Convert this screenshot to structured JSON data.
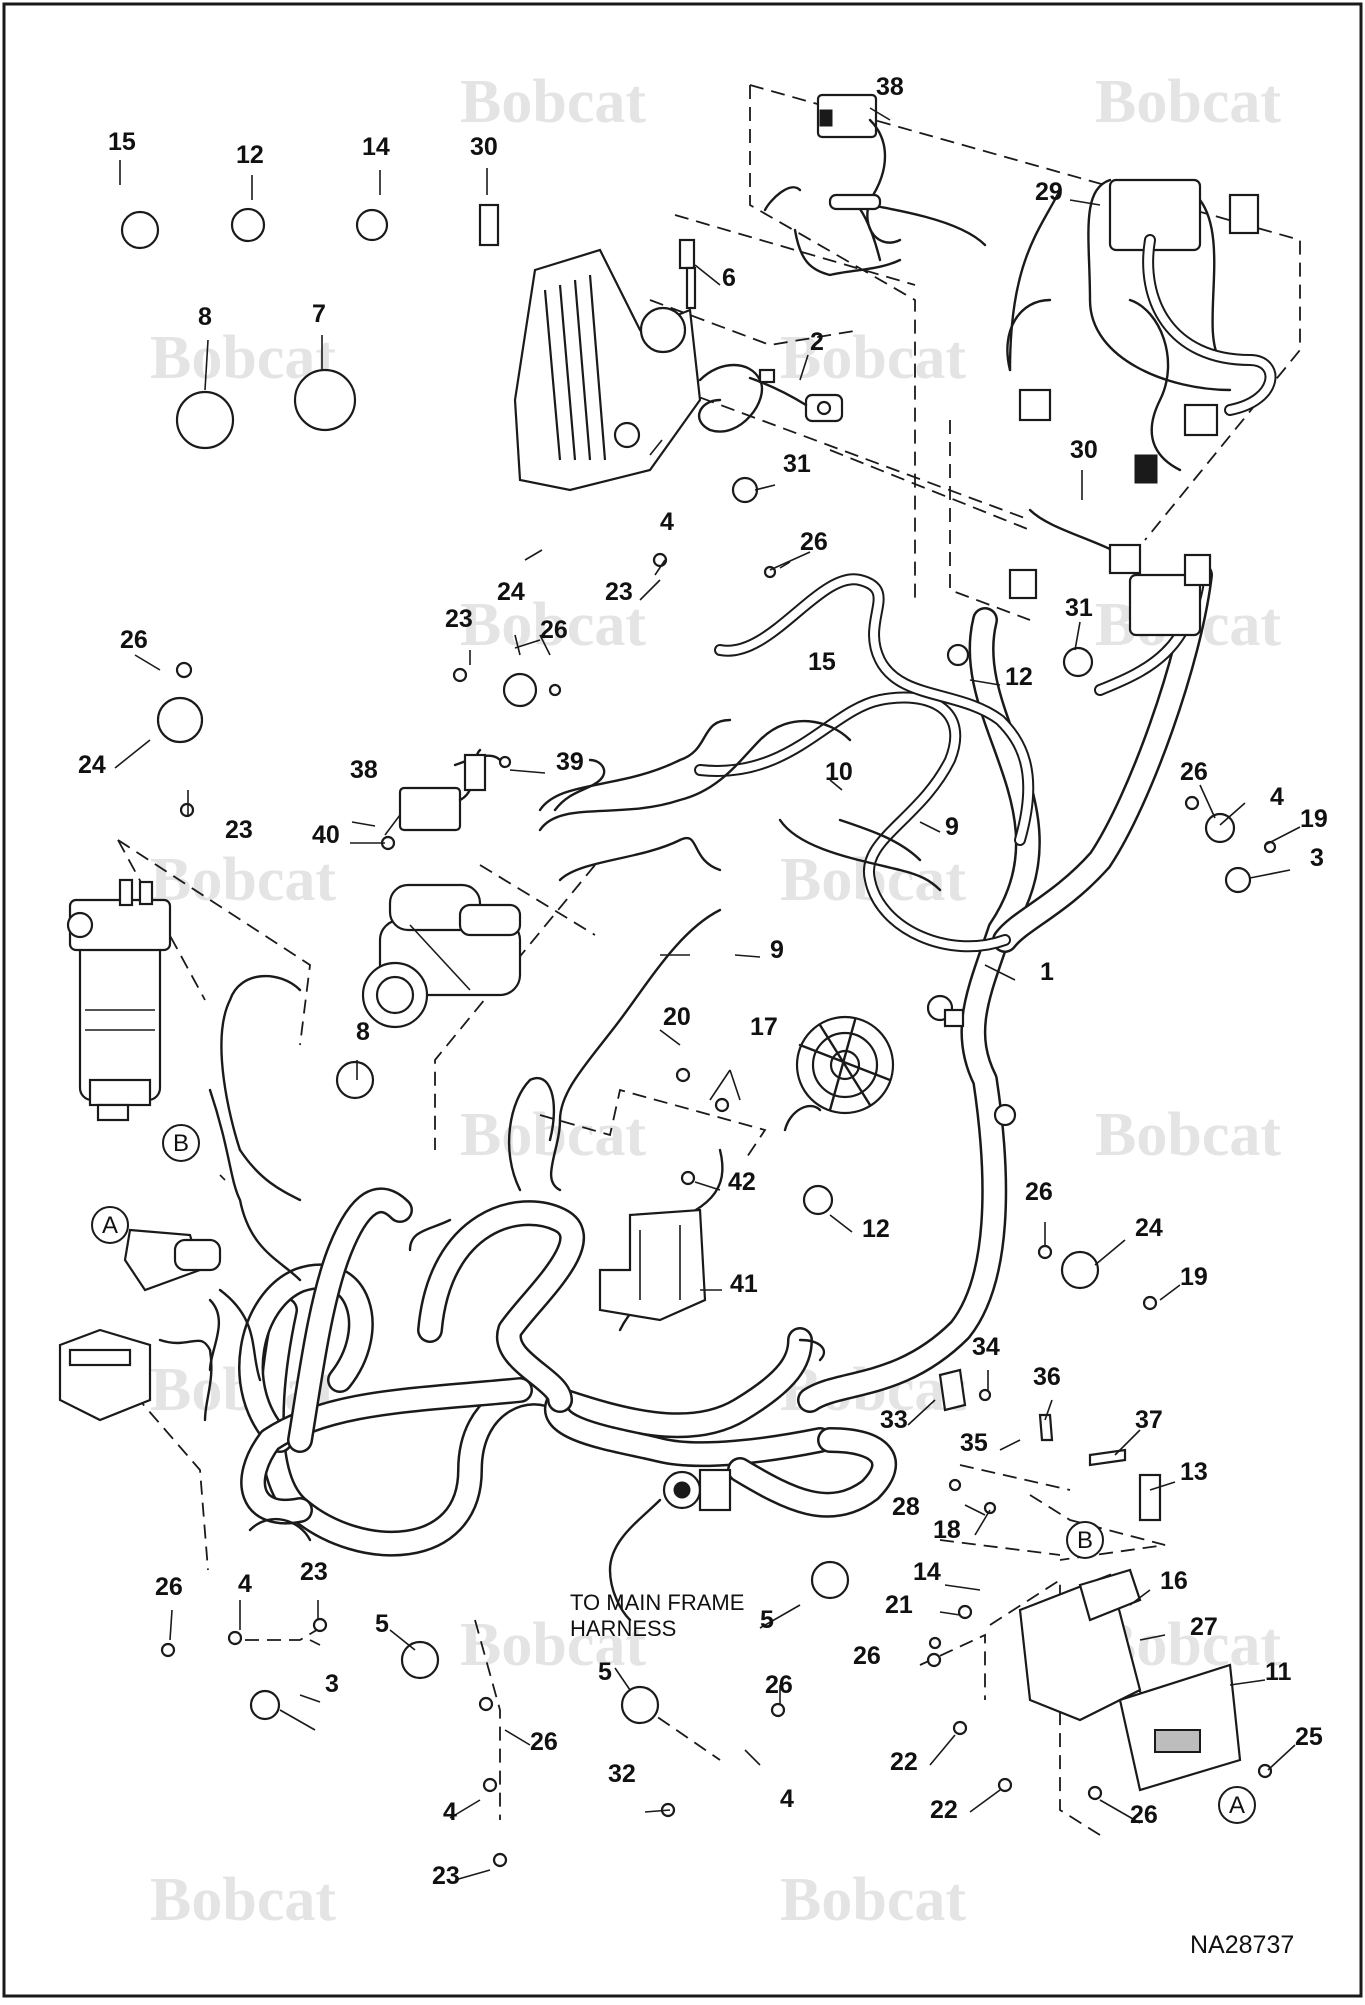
{
  "diagram": {
    "brand_watermark": "Bobcat",
    "drawing_number": "NA28737",
    "harness_note": [
      "TO MAIN FRAME",
      "HARNESS"
    ],
    "connection_markers": [
      "A",
      "B"
    ],
    "callouts": [
      "1",
      "2",
      "3",
      "4",
      "5",
      "6",
      "7",
      "8",
      "9",
      "10",
      "11",
      "12",
      "13",
      "14",
      "15",
      "16",
      "17",
      "18",
      "19",
      "20",
      "21",
      "22",
      "23",
      "24",
      "25",
      "26",
      "27",
      "28",
      "29",
      "30",
      "31",
      "32",
      "33",
      "34",
      "35",
      "36",
      "37",
      "38",
      "39",
      "40",
      "41",
      "42"
    ]
  }
}
